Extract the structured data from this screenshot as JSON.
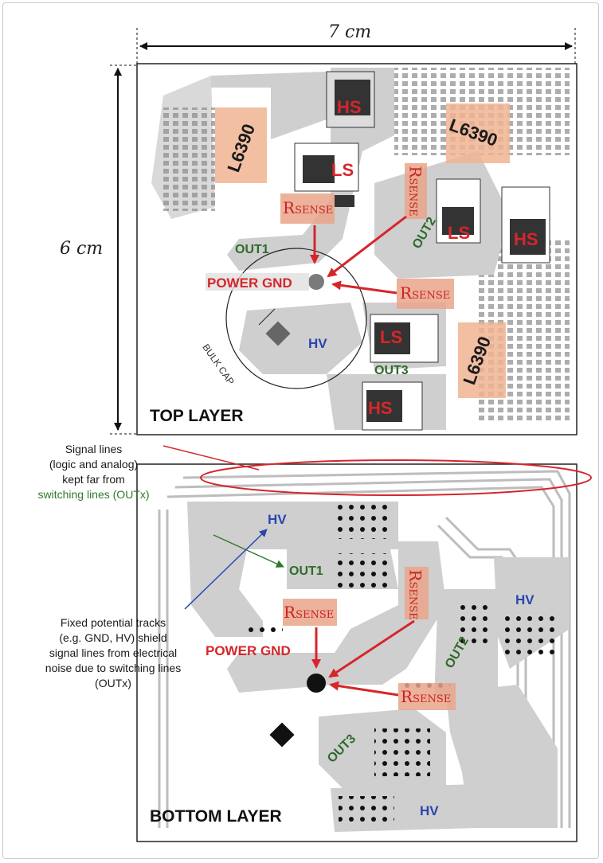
{
  "dimensions": {
    "width_label": "7 cm",
    "height_label": "6 cm"
  },
  "top_layer": {
    "title": "TOP LAYER",
    "chips": [
      "L6390",
      "L6390",
      "L6390"
    ],
    "hs_label": "HS",
    "ls_label": "LS",
    "rsense": {
      "prefix": "R",
      "suffix": "SENSE"
    },
    "out_labels": [
      "OUT1",
      "OUT2",
      "OUT3"
    ],
    "power_gnd": "POWER GND",
    "hv": "HV",
    "bulk_cap": "BULK CAP"
  },
  "bottom_layer": {
    "title": "BOTTOM LAYER",
    "hv": "HV",
    "out_labels": [
      "OUT1",
      "OUT2",
      "OUT3"
    ],
    "power_gnd": "POWER GND",
    "rsense": {
      "prefix": "R",
      "suffix": "SENSE"
    }
  },
  "annotations": {
    "signal_lines": {
      "line1": "Signal lines",
      "line2": "(logic and analog)",
      "line3": "kept far from",
      "line4": "switching lines (OUTx)"
    },
    "fixed_potential": {
      "line1": "Fixed potential tracks",
      "line2": "(e.g. GND, HV) shield",
      "line3": "signal lines from electrical",
      "line4": "noise due to switching lines",
      "line5": "(OUTx)"
    }
  },
  "colors": {
    "highlight_red": "#d6262b",
    "hv_blue": "#2a45b0",
    "out_green": "#2e6b2a",
    "chip_orange": "#f0b493",
    "board_gray": "#d0d0d0",
    "trace_gray": "#bdbdbd"
  }
}
